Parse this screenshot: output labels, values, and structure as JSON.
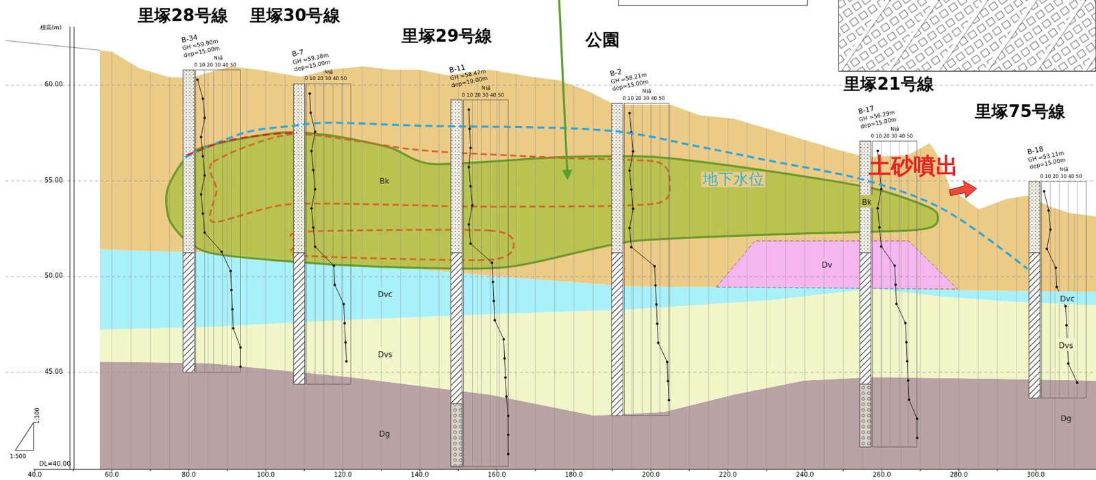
{
  "diagram": {
    "nodes": [
      {
        "text": [
          "Bk"
        ]
      },
      {
        "text": [
          "Bk"
        ]
      },
      {
        "text": [
          "Dv"
        ]
      },
      {
        "text": [
          "Dvc"
        ]
      },
      {
        "text": [
          "Dvc"
        ]
      },
      {
        "text": [
          "Dvs"
        ]
      },
      {
        "text": [
          "Dvs"
        ]
      },
      {
        "text": [
          "Dg"
        ]
      },
      {
        "text": [
          "Dg"
        ]
      }
    ],
    "labels": [
      "里塚28号線",
      "里塚30号線",
      "里塚29号線",
      "公園",
      "里塚21号線",
      "里塚75号線",
      "土砂噴出",
      "地下水位",
      "標高(m)",
      "60.00",
      "55.00",
      "50.00",
      "45.00",
      "DL=40.00",
      "1:100",
      "1:500",
      "40.0",
      "60.0",
      "80.0",
      "100.0",
      "120.0",
      "140.0",
      "160.0",
      "180.0",
      "200.0",
      "220.0",
      "240.0",
      "260.0",
      "280.0",
      "300.0",
      "B-34",
      "GH =59.90m",
      "dep=15.00m",
      "N値",
      "0 10 20 30 40 50",
      "B-7",
      "GH =59.38m",
      "dep=15.00m",
      "N値",
      "0 10 20 30 40 50",
      "B-11",
      "GH =58.47m",
      "dep=19.00m",
      "N値",
      "0 10 20 30 40 50",
      "B-2",
      "GH =58.21m",
      "dep=15.00m",
      "N値",
      "0 10 20 30 40 50",
      "B-17",
      "GH =56.29m",
      "dep=15.00m",
      "N値",
      "0 10 20 30 40 50",
      "B-18",
      "GH =53.11m",
      "dep=15.00m",
      "N値",
      "0 10 20 30 40 50"
    ]
  }
}
